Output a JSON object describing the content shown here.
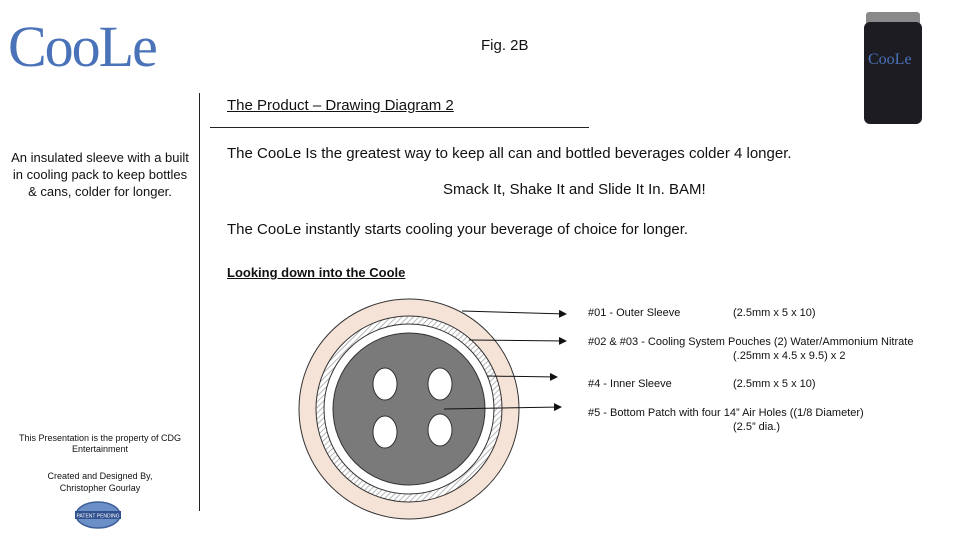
{
  "logo": {
    "text": "CooLe"
  },
  "figure_label": "Fig. 2B",
  "sidebar": {
    "tagline": "An insulated sleeve with a built in cooling pack to keep bottles & cans, colder for longer.",
    "property_note": "This Presentation is the property of CDG Entertainment",
    "credit_line": "Created and Designed By,",
    "credit_name": "Christopher Gourlay",
    "badge_text": "PATENT PENDING"
  },
  "header": {
    "title": "The Product – Drawing Diagram 2"
  },
  "body": {
    "para1": "The CooLe Is the greatest way to keep all can and bottled beverages colder 4 longer.",
    "para2": "Smack It, Shake It and Slide It In. BAM!",
    "para3": "The CooLe instantly starts cooling your beverage of choice for longer.",
    "subheading": "Looking down into the Coole"
  },
  "product_photo": {
    "logo_text": "CooLe"
  },
  "callouts": [
    {
      "name": "#01 - Outer Sleeve",
      "dims": "(2.5mm x 5 x 10)"
    },
    {
      "name": "#02 & #03 - Cooling System Pouches (2) Water/Ammonium Nitrate",
      "dims": "(.25mm x 4.5 x 9.5) x 2"
    },
    {
      "name": "#4 - Inner Sleeve",
      "dims": "(2.5mm x 5 x 10)"
    },
    {
      "name": "#5 - Bottom Patch with four 14” Air Holes ((1/8 Diameter)",
      "dims": "(2.5” dia.)"
    }
  ],
  "colors": {
    "logo_blue": "#4a72b8",
    "outer_sleeve": "#f6e3d8",
    "inner_fill": "#7a7a7a",
    "hatch": "#9a9a9a"
  }
}
